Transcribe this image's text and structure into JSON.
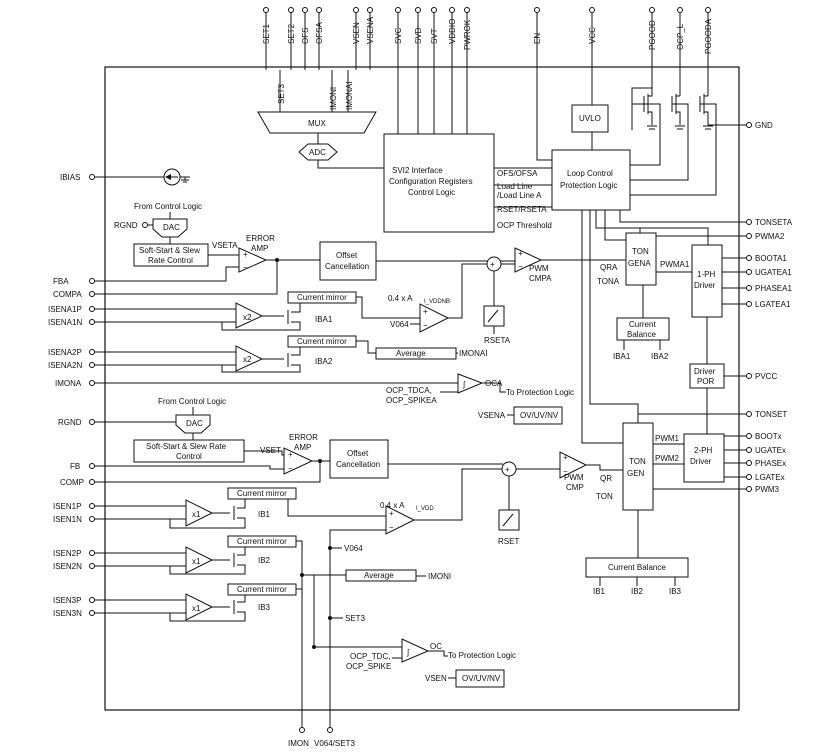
{
  "top_pins": [
    "SET1",
    "SET2",
    "OFS",
    "OFSA",
    "VSEN",
    "VSENA",
    "SVC",
    "SVD",
    "SVT",
    "VDDIO",
    "PWROK",
    "EN",
    "VCC",
    "PGOOD",
    "OCP_L",
    "PGOODA"
  ],
  "mux_inputs": [
    "SET3",
    "IMONI",
    "IMONAI"
  ],
  "blocks": {
    "mux": "MUX",
    "adc": "ADC",
    "uvlo": "UVLO",
    "svi2": [
      "SVI2 Interface",
      "Configuration Registers",
      "Control Logic"
    ],
    "svi2_outputs": [
      "OFS/OFSA",
      "Load Line",
      "/Load Line A",
      "RSET/RSETA",
      "OCP Threshold"
    ],
    "loop": [
      "Loop Control",
      "Protection Logic"
    ],
    "ton_a": [
      "TON",
      "GENA"
    ],
    "ton_a_in": [
      "QRA",
      "TONA"
    ],
    "pwma1": "PWMA1",
    "driver_1ph": [
      "1-PH",
      "Driver"
    ],
    "current_balance_a": [
      "Current",
      "Balance"
    ],
    "iba_labels": [
      "IBA1",
      "IBA2"
    ],
    "ton": [
      "TON",
      "GEN"
    ],
    "ton_in": [
      "QR",
      "TON"
    ],
    "pwm_labels": [
      "PWM1",
      "PWM2"
    ],
    "driver_2ph": [
      "2-PH",
      "Driver"
    ],
    "driver_por": [
      "Driver",
      "POR"
    ],
    "current_balance": "Current Balance",
    "ib_labels": [
      "IB1",
      "IB2",
      "IB3"
    ],
    "from_ctrl": "From Control Logic",
    "dac": "DAC",
    "softstart_a": [
      "Soft-Start & Slew",
      "Rate Control"
    ],
    "softstart": [
      "Soft-Start & Slew Rate",
      "Control"
    ],
    "vseta": "VSETA",
    "vset": "VSET",
    "error_amp": [
      "ERROR",
      "AMP"
    ],
    "offset": [
      "Offset",
      "Cancellation"
    ],
    "pwm_cmpa": [
      "PWM",
      "CMPA"
    ],
    "pwm_cmp": [
      "PWM",
      "CMP"
    ],
    "current_mirror": "Current mirror",
    "x2": "x2",
    "x1": "x1",
    "iba_side": [
      "IBA1",
      "IBA2"
    ],
    "ib_side": [
      "IB1",
      "IB2",
      "IB3"
    ],
    "gain_a_prefix": "0.4 x A",
    "gain_a_sub": "I_VDDNB",
    "gain_prefix": "0.4 x A",
    "gain_sub": "I_VDD",
    "v064": "V064",
    "average": "Average",
    "imonai": "IMONAI",
    "imoni": "IMONI",
    "rseta": "RSETA",
    "rset": "RSET",
    "ocp_a": [
      "OCP_TDCA,",
      "OCP_SPIKEA"
    ],
    "ocp": [
      "OCP_TDC,",
      "OCP_SPIKE"
    ],
    "oca": "OCA",
    "oc": "OC",
    "to_protection": "To Protection Logic",
    "vsena": "VSENA",
    "vsen": "VSEN",
    "ovuvnv": "OV/UV/NV",
    "set3": "SET3",
    "plus": "+",
    "minus": "−"
  },
  "left_pins": [
    "IBIAS",
    "RGND",
    "FBA",
    "COMPA",
    "ISENA1P",
    "ISENA1N",
    "ISENA2P",
    "ISENA2N",
    "IMONA",
    "RGND",
    "FB",
    "COMP",
    "ISEN1P",
    "ISEN1N",
    "ISEN2P",
    "ISEN2N",
    "ISEN3P",
    "ISEN3N"
  ],
  "right_pins": [
    "GND",
    "TONSETA",
    "PWMA2",
    "BOOTA1",
    "UGATEA1",
    "PHASEA1",
    "LGATEA1",
    "PVCC",
    "TONSET",
    "BOOTx",
    "UGATEx",
    "PHASEx",
    "LGATEx",
    "PWM3"
  ],
  "bottom_pins": [
    "IMON",
    "V064/SET3"
  ]
}
